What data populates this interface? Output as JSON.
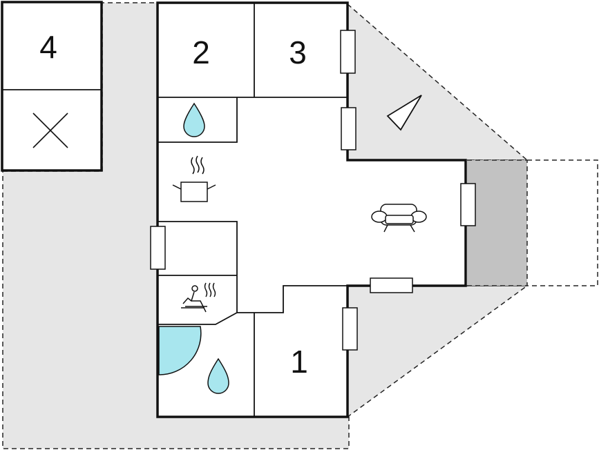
{
  "floorplan": {
    "room_labels": [
      "4",
      "2",
      "3",
      "1"
    ],
    "colors": {
      "terrace": "#e6e6e6",
      "covered_terrace": "#c2c2c2",
      "water": "#a8e6ee",
      "wall": "#111111"
    },
    "icons": [
      "bathroom-water-icon",
      "kitchen-pot-icon",
      "sauna-icon",
      "living-sofa-icon",
      "compass-north-icon",
      "storage-x-icon",
      "door-swing-icon"
    ]
  }
}
